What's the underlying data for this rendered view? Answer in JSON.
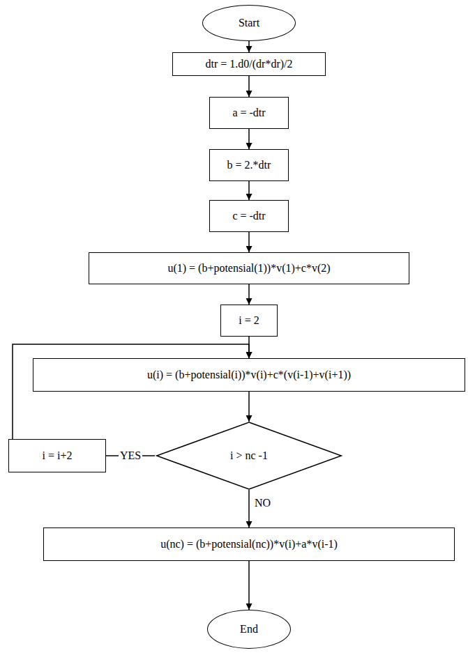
{
  "diagram": {
    "nodes": [
      {
        "text": [
          "Start"
        ]
      },
      {
        "text": [
          "dtr = 1.d0/(dr*dr)/2"
        ]
      },
      {
        "text": [
          "a = -dtr"
        ]
      },
      {
        "text": [
          "b = 2.*dtr"
        ]
      },
      {
        "text": [
          "c = -dtr"
        ]
      },
      {
        "text": [
          "u(1) = (b+potensial(1))*v(1)+c*v(2)"
        ]
      },
      {
        "text": [
          "i = 2"
        ]
      },
      {
        "text": [
          "u(i) = (b+potensial(i))*v(i)+c*(v(i-1)+v(i+1))"
        ]
      },
      {
        "text": [
          "i > nc -1"
        ]
      },
      {
        "text": [
          "i = i+2"
        ]
      },
      {
        "text": [
          "u(nc) = (b+potensial(nc))*v(i)+a*v(i-1)"
        ]
      },
      {
        "text": [
          "End"
        ]
      }
    ],
    "edges": [
      {
        "from": 0,
        "to": 1,
        "arrow": "to"
      },
      {
        "from": 1,
        "to": 2,
        "arrow": "to"
      },
      {
        "from": 2,
        "to": 3,
        "arrow": "to"
      },
      {
        "from": 3,
        "to": 4,
        "arrow": "to"
      },
      {
        "from": 4,
        "to": 5,
        "arrow": "to"
      },
      {
        "from": 5,
        "to": 6,
        "arrow": "to"
      },
      {
        "from": 6,
        "to": 7,
        "arrow": "to"
      },
      {
        "from": 7,
        "to": 8,
        "arrow": "to"
      },
      {
        "from": 8,
        "to": 9,
        "label": "YES",
        "arrow": "none"
      },
      {
        "from": 9,
        "to": 7,
        "arrow": "to"
      },
      {
        "from": 8,
        "to": 10,
        "label": "NO",
        "arrow": "to"
      },
      {
        "from": 10,
        "to": 11,
        "arrow": "to"
      }
    ]
  }
}
